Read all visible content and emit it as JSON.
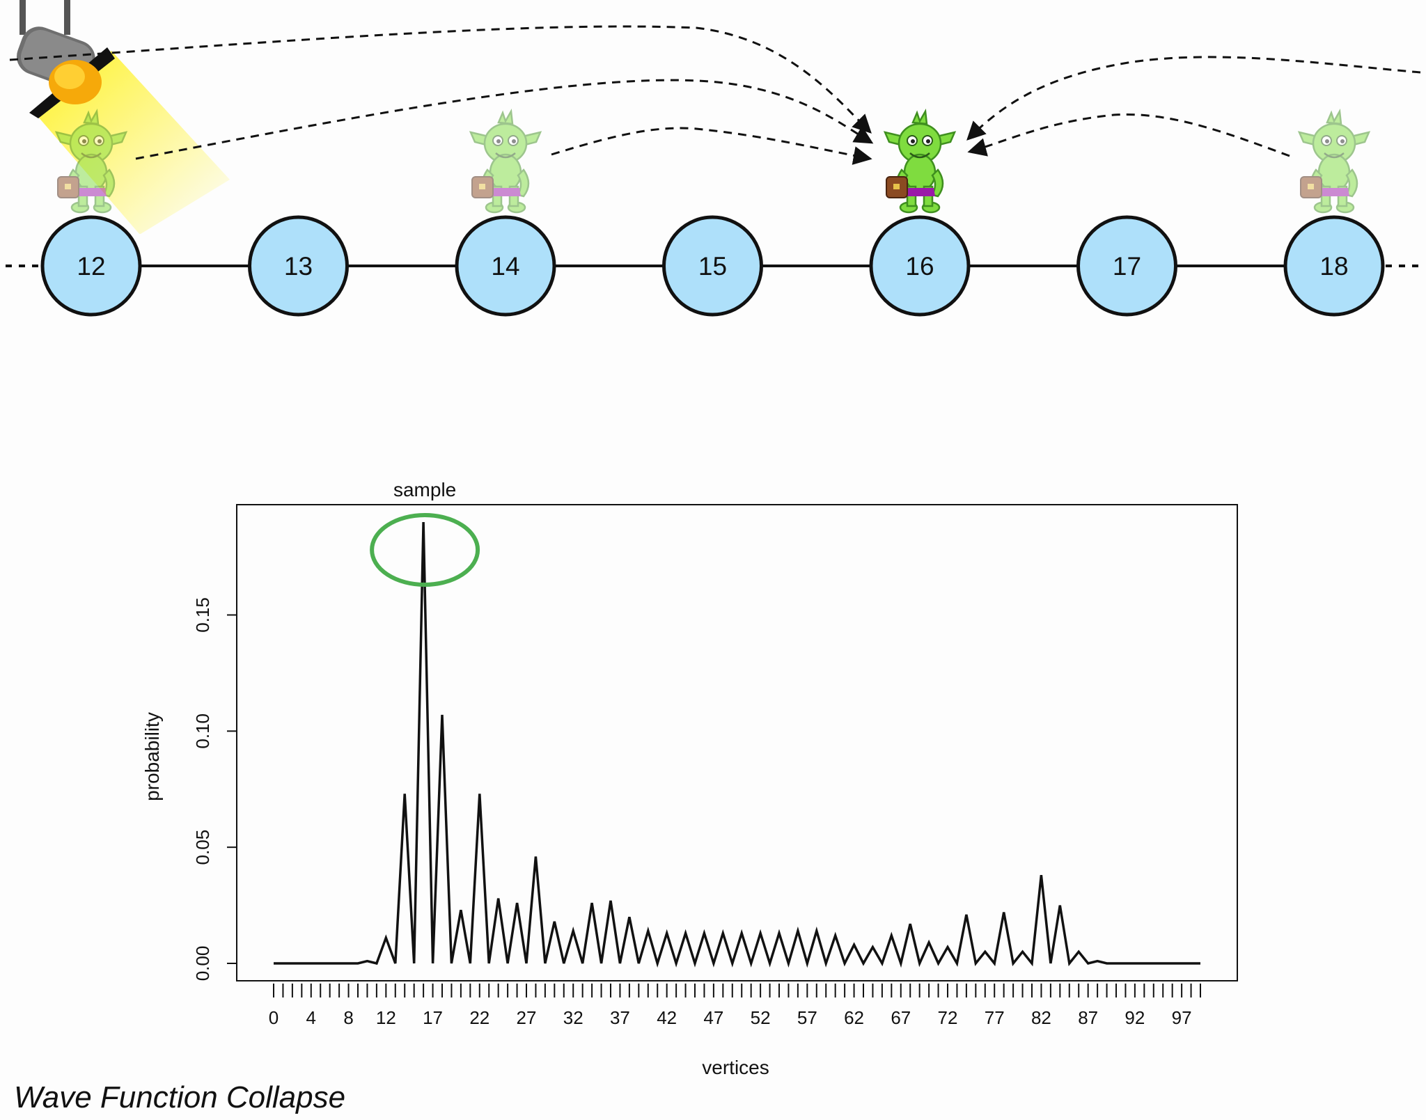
{
  "graph": {
    "nodes": [
      {
        "label": "12",
        "goblin": "faded"
      },
      {
        "label": "13",
        "goblin": "none"
      },
      {
        "label": "14",
        "goblin": "faded"
      },
      {
        "label": "15",
        "goblin": "none"
      },
      {
        "label": "16",
        "goblin": "bright"
      },
      {
        "label": "17",
        "goblin": "none"
      },
      {
        "label": "18",
        "goblin": "faded"
      }
    ],
    "node_color": "#aee0fa",
    "goblin_color": "#7fdc3f",
    "spotlight_color": "#ffe62a"
  },
  "chart_data": {
    "type": "line",
    "annotation": "sample",
    "ylabel": "probability",
    "xlabel": "vertices",
    "ylim": [
      0,
      0.19
    ],
    "xlim": [
      0,
      99
    ],
    "y_ticks": [
      "0.00",
      "0.05",
      "0.10",
      "0.15"
    ],
    "y_tick_values": [
      0,
      0.05,
      0.1,
      0.15
    ],
    "x_tick_labels": [
      "0",
      "4",
      "8",
      "12",
      "17",
      "22",
      "27",
      "32",
      "37",
      "42",
      "47",
      "52",
      "57",
      "62",
      "67",
      "72",
      "77",
      "82",
      "87",
      "92",
      "97"
    ],
    "x_tick_label_values": [
      0,
      4,
      8,
      12,
      17,
      22,
      27,
      32,
      37,
      42,
      47,
      52,
      57,
      62,
      67,
      72,
      77,
      82,
      87,
      92,
      97
    ],
    "highlight_color": "#4caf50",
    "x": [
      0,
      1,
      2,
      3,
      4,
      5,
      6,
      7,
      8,
      9,
      10,
      11,
      12,
      13,
      14,
      15,
      16,
      17,
      18,
      19,
      20,
      21,
      22,
      23,
      24,
      25,
      26,
      27,
      28,
      29,
      30,
      31,
      32,
      33,
      34,
      35,
      36,
      37,
      38,
      39,
      40,
      41,
      42,
      43,
      44,
      45,
      46,
      47,
      48,
      49,
      50,
      51,
      52,
      53,
      54,
      55,
      56,
      57,
      58,
      59,
      60,
      61,
      62,
      63,
      64,
      65,
      66,
      67,
      68,
      69,
      70,
      71,
      72,
      73,
      74,
      75,
      76,
      77,
      78,
      79,
      80,
      81,
      82,
      83,
      84,
      85,
      86,
      87,
      88,
      89,
      90,
      91,
      92,
      93,
      94,
      95,
      96,
      97,
      98,
      99
    ],
    "y": [
      0,
      0,
      0,
      0,
      0,
      0,
      0,
      0,
      0,
      0,
      0.001,
      0,
      0.011,
      0,
      0.073,
      0,
      0.19,
      0,
      0.107,
      0,
      0.023,
      0,
      0.073,
      0,
      0.028,
      0,
      0.026,
      0,
      0.046,
      0,
      0.018,
      0,
      0.014,
      0,
      0.026,
      0,
      0.027,
      0,
      0.02,
      0,
      0.014,
      0,
      0.013,
      0,
      0.013,
      0,
      0.013,
      0,
      0.013,
      0,
      0.013,
      0,
      0.013,
      0,
      0.013,
      0,
      0.014,
      0,
      0.014,
      0,
      0.012,
      0,
      0.008,
      0,
      0.007,
      0,
      0.012,
      0,
      0.017,
      0,
      0.009,
      0,
      0.007,
      0,
      0.021,
      0,
      0.005,
      0,
      0.022,
      0,
      0.005,
      0,
      0.038,
      0,
      0.025,
      0,
      0.005,
      0,
      0.001,
      0,
      0,
      0,
      0,
      0,
      0,
      0,
      0,
      0,
      0,
      0
    ]
  },
  "footer": {
    "title": "Wave Function Collapse"
  }
}
